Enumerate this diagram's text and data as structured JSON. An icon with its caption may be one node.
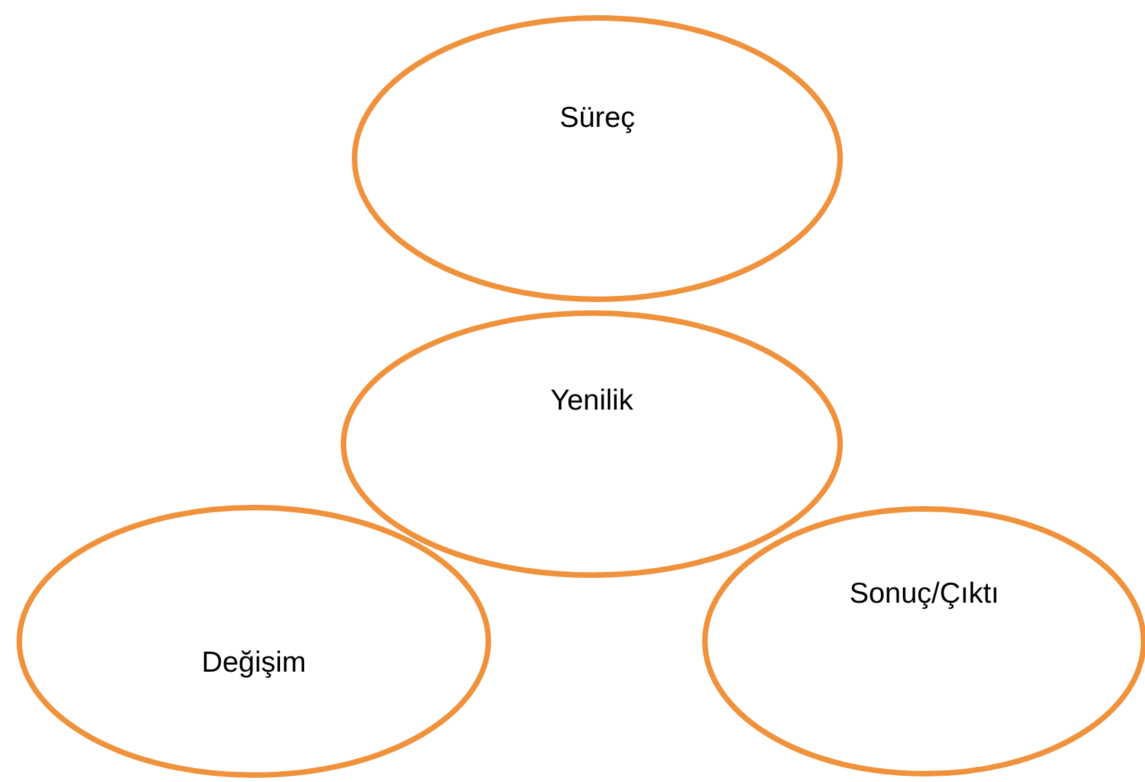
{
  "diagram": {
    "nodes": [
      {
        "text": [
          "Süreç"
        ]
      },
      {
        "text": [
          "Yenilik"
        ]
      },
      {
        "text": [
          "Değişim"
        ]
      },
      {
        "text": [
          "Sonuç/Çıktı"
        ]
      }
    ]
  }
}
